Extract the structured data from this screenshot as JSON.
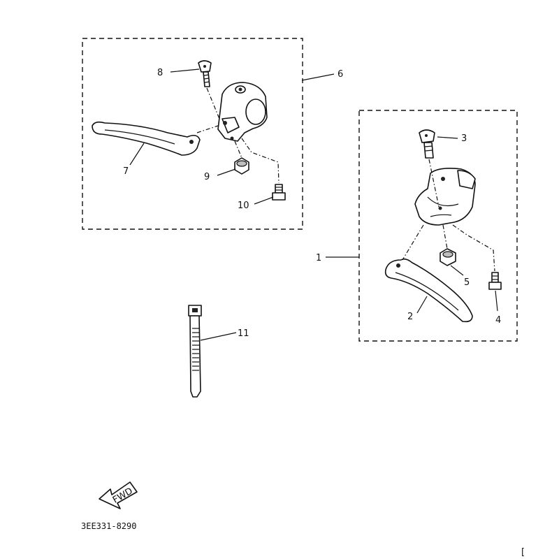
{
  "callouts": {
    "c1": "1",
    "c2": "2",
    "c3": "3",
    "c4": "4",
    "c5": "5",
    "c6": "6",
    "c7": "7",
    "c8": "8",
    "c9": "9",
    "c10": "10",
    "c11": "11"
  },
  "fwd_label": "FWD",
  "reference_code": "3EE331-8290",
  "corner_mark": "["
}
